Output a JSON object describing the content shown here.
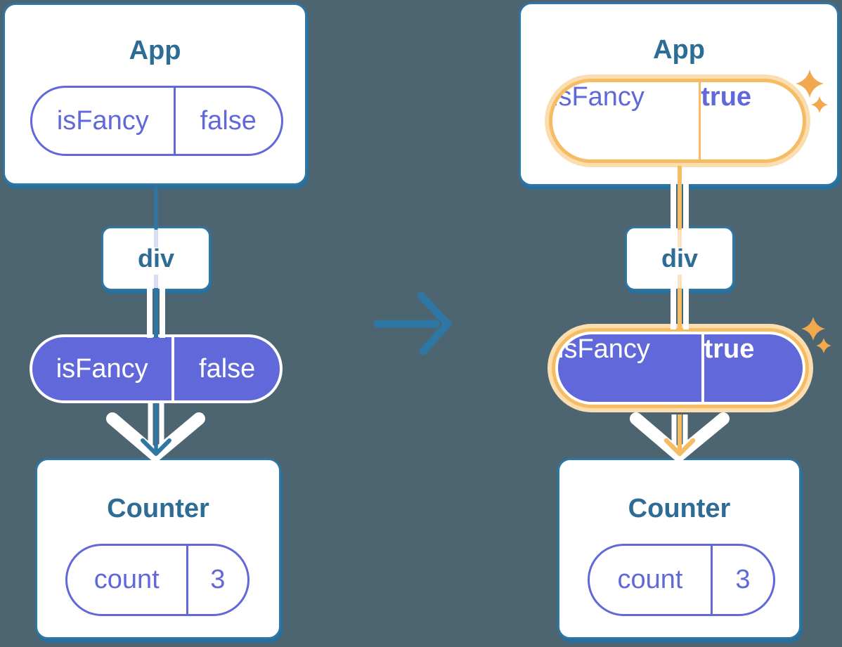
{
  "colors": {
    "background": "#4D6570",
    "card_border_blue": "#2E76A3",
    "heading_text": "#2D6C94",
    "purple": "#6168D9",
    "highlight_orange": "#F6BC63",
    "highlight_glow": "#FBDDB0",
    "sparkle_orange": "#F2A84C",
    "white": "#FFFFFF"
  },
  "before_tree": {
    "app_card": {
      "title": "App",
      "prop_pill": {
        "name": "isFancy",
        "value": "false"
      }
    },
    "div_node": {
      "label": "div"
    },
    "forwarded_prop_pill": {
      "name": "isFancy",
      "value": "false"
    },
    "counter_card": {
      "title": "Counter",
      "state_pill": {
        "name": "count",
        "value": "3"
      }
    }
  },
  "after_tree": {
    "app_card": {
      "title": "App",
      "prop_pill": {
        "name": "isFancy",
        "value": "true"
      }
    },
    "div_node": {
      "label": "div"
    },
    "forwarded_prop_pill": {
      "name": "isFancy",
      "value": "true"
    },
    "counter_card": {
      "title": "Counter",
      "state_pill": {
        "name": "count",
        "value": "3"
      }
    }
  }
}
